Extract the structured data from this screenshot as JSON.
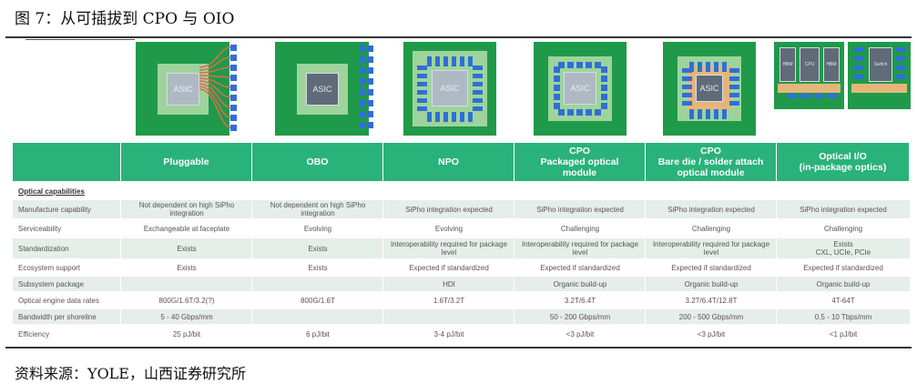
{
  "figure_title": "图 7：从可插拔到 CPO 与 OIO",
  "source": "资料来源：YOLE，山西证券研究所",
  "images": {
    "asic_label": "ASIC",
    "oio_labels": [
      "HBM",
      "CPU",
      "HBM",
      "Switch"
    ]
  },
  "table": {
    "columns": [
      {
        "label": "Pluggable"
      },
      {
        "label": "OBO"
      },
      {
        "label": "NPO"
      },
      {
        "label": "CPO\nPackaged optical\nmodule"
      },
      {
        "label": "CPO\nBare die / solder attach\noptical module"
      },
      {
        "label": "Optical I/O\n(in-package optics)"
      }
    ],
    "section_label": "Optical capabilities",
    "rows": [
      {
        "label": "Manufacture capability",
        "values": [
          "Not dependent on high SiPho integration",
          "Not dependent on high SiPho integration",
          "SiPho integration expected",
          "SiPho integration expected",
          "SiPho integration expected",
          "SiPho integration expected"
        ]
      },
      {
        "label": "Serviceability",
        "values": [
          "Exchangeable at faceplate",
          "Evolving",
          "Evolving",
          "Challenging",
          "Challenging",
          "Challenging"
        ]
      },
      {
        "label": "Standardization",
        "values": [
          "Exists",
          "Exists",
          "Interoperability required for package level",
          "Interoperability required for package level",
          "Interoperability required for package level",
          "Exists\nCXL, UCIe, PCIe"
        ]
      },
      {
        "label": "Ecosystem support",
        "values": [
          "Exists",
          "Exists",
          "Expected if standardized",
          "Expected if standardized",
          "Expected if standardized",
          "Expected if standardized"
        ]
      },
      {
        "label": "Subsystem package",
        "values": [
          "",
          "",
          "HDI",
          "Organic build-up",
          "Organic build-up",
          "Organic build-up"
        ]
      },
      {
        "label": "Optical engine data rates",
        "values": [
          "800G/1.6T/3.2(?)",
          "800G/1.6T",
          "1.6T/3.2T",
          "3.2T/6.4T",
          "3.2T/6.4T/12.8T",
          "4T-64T"
        ]
      },
      {
        "label": "Bandwidth per shoreline",
        "values": [
          "5 - 40 Gbps/mm",
          "",
          "",
          "50 - 200 Gbps/mm",
          "200 - 500 Gbps/mm",
          "0.5 - 10 Tbps/mm"
        ]
      },
      {
        "label": "Efficiency",
        "values": [
          "25 pJ/bit",
          "6 pJ/bit",
          "3-4 pJ/bit",
          "<3 pJ/bit",
          "<3 pJ/bit",
          "<1 pJ/bit"
        ]
      }
    ]
  }
}
